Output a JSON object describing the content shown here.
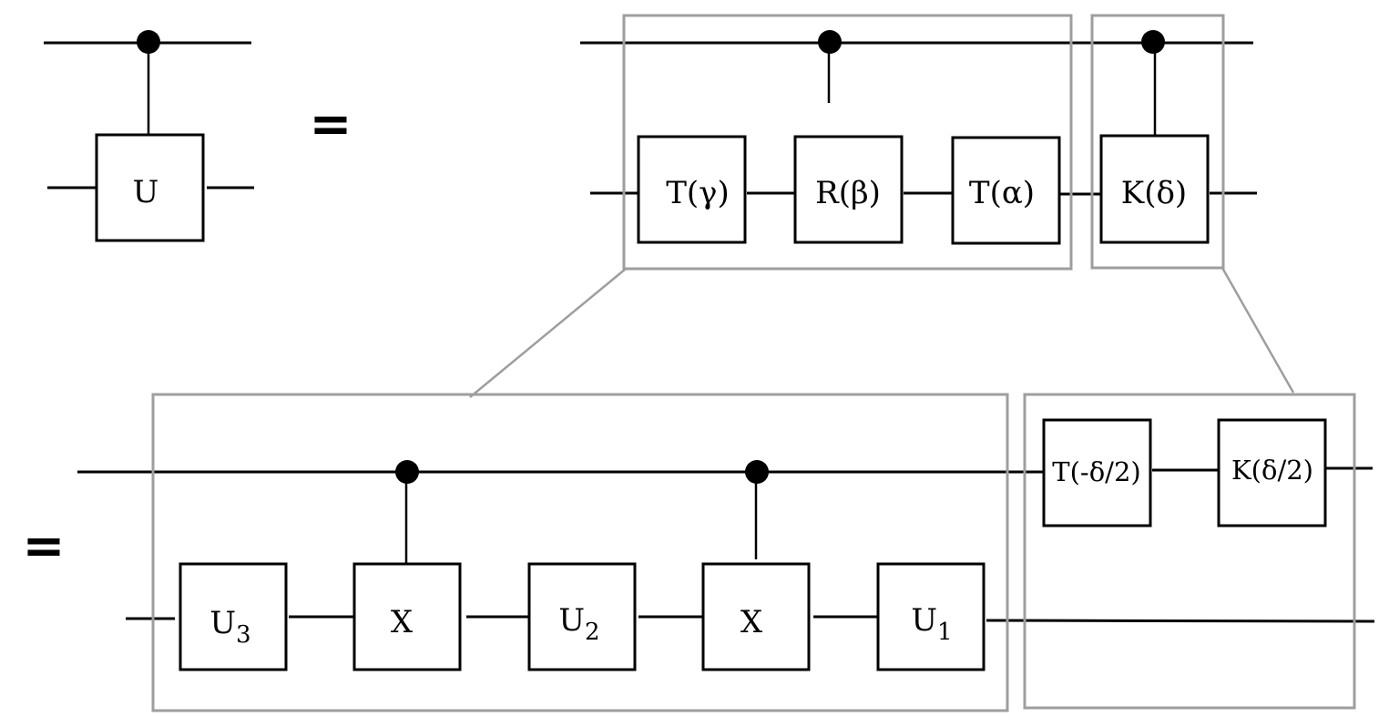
{
  "diagram": {
    "type": "quantum-circuit-decomposition",
    "equals_sign": "=",
    "top_left": {
      "gate": {
        "label": "U"
      },
      "control": true
    },
    "top_right": {
      "group_1": {
        "gates": [
          {
            "label": "T(γ)"
          },
          {
            "label": "R(β)"
          },
          {
            "label": "T(α)"
          }
        ],
        "controlled": true
      },
      "group_2": {
        "gates": [
          {
            "label": "K(δ)"
          }
        ],
        "controlled": true
      }
    },
    "bottom": {
      "group_1": {
        "gates": [
          {
            "base": "U",
            "sub": "3"
          },
          {
            "base": "X",
            "sub": ""
          },
          {
            "base": "U",
            "sub": "2"
          },
          {
            "base": "X",
            "sub": ""
          },
          {
            "base": "U",
            "sub": "1"
          }
        ],
        "controlled_gates": [
          "X",
          "X"
        ]
      },
      "group_2": {
        "gates": [
          {
            "label": "T(-δ/2)"
          },
          {
            "label": "K(δ/2)"
          }
        ]
      }
    }
  },
  "colors": {
    "wire": "#000000",
    "group_outline": "#9e9e9e",
    "background": "#ffffff"
  }
}
